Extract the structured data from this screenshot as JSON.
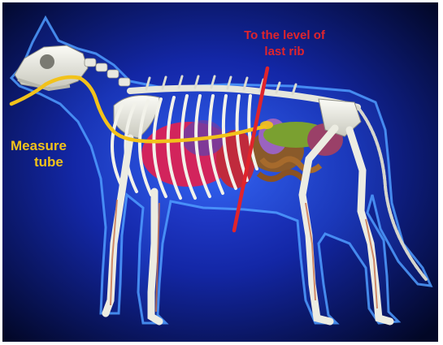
{
  "annotations": {
    "measure_line1": "Measure",
    "measure_line2": "tube",
    "rib_line1": "To the level of",
    "rib_line2": "last rib"
  },
  "colors": {
    "background_center": "#1f3bd0",
    "background_edge": "#020726",
    "tube_line": "#f2c21a",
    "rib_marker": "#e0242c",
    "body_outline": "#4f9cff"
  },
  "image_subject": "cat-anatomy-skeleton-organs"
}
